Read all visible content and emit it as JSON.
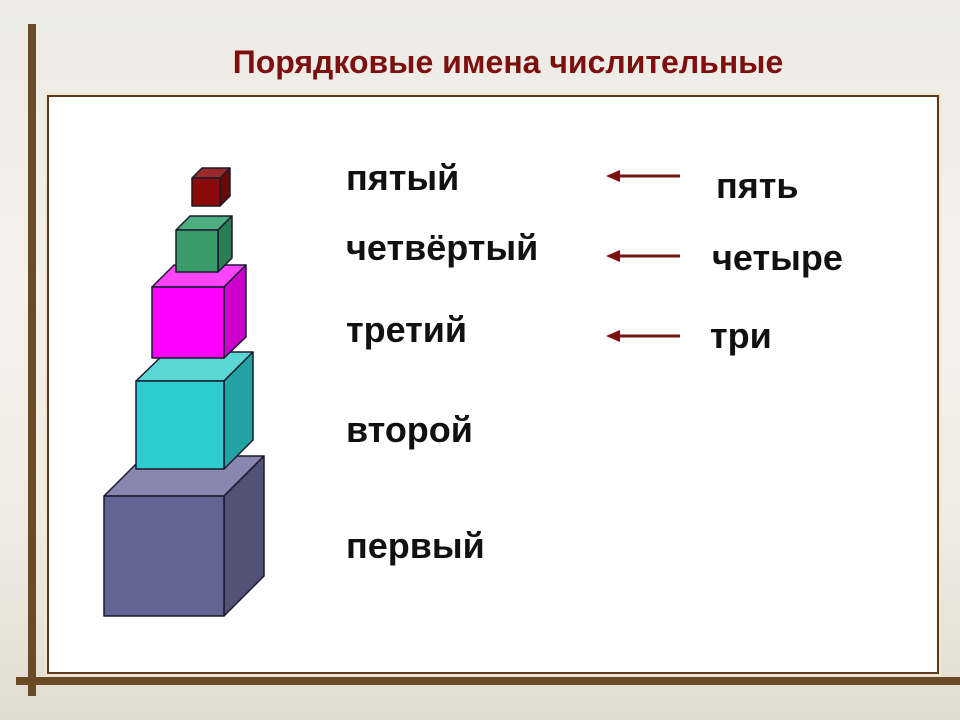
{
  "slide": {
    "title": "Порядковые имена числительные",
    "ordinals": [
      {
        "label": "пятый"
      },
      {
        "label": "четвёртый"
      },
      {
        "label": "третий"
      },
      {
        "label": "второй"
      },
      {
        "label": "первый"
      }
    ],
    "cardinals": [
      {
        "label": "пять"
      },
      {
        "label": "четыре"
      },
      {
        "label": "три"
      }
    ],
    "colors": {
      "title": "#7d0f0f",
      "frame": "#6b4a26",
      "arrow": "#7a1010",
      "cube_5": "#8b0a0a",
      "cube_4": "#3a9a6a",
      "cube_3": "#ff00ff",
      "cube_2": "#2ecccc",
      "cube_1": "#626494"
    }
  }
}
